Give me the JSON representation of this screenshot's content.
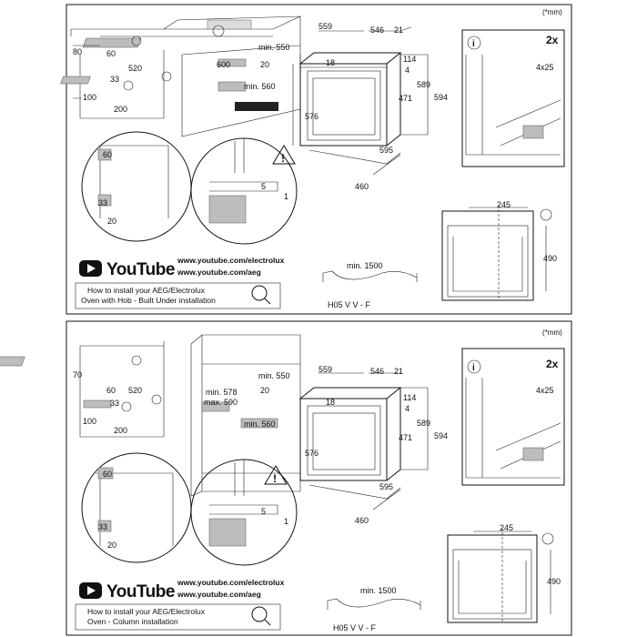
{
  "unit_note": "(*mm)",
  "panels": [
    {
      "title_line1": "How to install your AEG/Electrolux",
      "title_line2": "Oven with Hob - Built Under installation",
      "video_brand": "YouTube",
      "url1": "www.youtube.com/electrolux",
      "url2": "www.youtube.com/aeg",
      "cable_min": "min. 1500",
      "cable_type": "H05 V V - F",
      "screws": "4x25",
      "count": "2x",
      "niche": {
        "d80": "80",
        "d60": "60",
        "d520": "520",
        "d33": "33",
        "d100": "100",
        "d200": "200",
        "d600": "600",
        "min550": "min. 550",
        "d20": "20",
        "min560": "min. 560"
      },
      "oven": {
        "w559": "559",
        "w546": "546",
        "d21": "21",
        "d18": "18",
        "d114": "114",
        "d4": "4",
        "h589": "589",
        "h594": "594",
        "h471": "471",
        "h576": "576",
        "w595": "595",
        "d460": "460"
      },
      "detail": {
        "d60": "60",
        "d33": "33",
        "d20": "20",
        "d5": "5",
        "d1": "1"
      },
      "side": {
        "w245": "245",
        "h490": "490"
      }
    },
    {
      "title_line1": "How to install your AEG/Electrolux",
      "title_line2": "Oven - Column installation",
      "video_brand": "YouTube",
      "url1": "www.youtube.com/electrolux",
      "url2": "www.youtube.com/aeg",
      "cable_min": "min. 1500",
      "cable_type": "H05 V V - F",
      "screws": "4x25",
      "count": "2x",
      "niche": {
        "d70": "70",
        "d60": "60",
        "d520": "520",
        "d33": "33",
        "d100": "100",
        "d200": "200",
        "min578": "min. 578",
        "max590": "max. 590",
        "min550": "min. 550",
        "d20": "20",
        "min560": "min. 560"
      },
      "oven": {
        "w559": "559",
        "w546": "546",
        "d21": "21",
        "d18": "18",
        "d114": "114",
        "d4": "4",
        "h589": "589",
        "h594": "594",
        "h471": "471",
        "h576": "576",
        "w595": "595",
        "d460": "460"
      },
      "detail": {
        "d60": "60",
        "d33": "33",
        "d20": "20",
        "d5": "5",
        "d1": "1"
      },
      "side": {
        "w245": "245",
        "h490": "490"
      }
    }
  ]
}
